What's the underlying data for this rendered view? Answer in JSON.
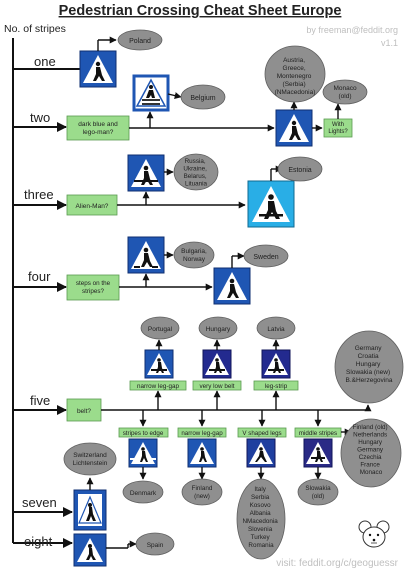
{
  "header": {
    "title": "Pedestrian Crossing Cheat Sheet Europe",
    "axis_label": "No. of stripes",
    "credit": "by freeman@feddit.org",
    "version": "v1.1",
    "footer": "visit: feddit.org/c/geoguessr"
  },
  "rows": [
    "one",
    "two",
    "three",
    "four",
    "five",
    "seven",
    "eight"
  ],
  "questions": {
    "two": "dark blue and lego-man?",
    "two_lights": "With Lights?",
    "three": "Alien-Man?",
    "four": "steps on the stripes?",
    "five": "belt?"
  },
  "five_branches": {
    "top": [
      "narrow leg-gap",
      "very low belt",
      "leg-strip"
    ],
    "bottom": [
      "stripes to edge",
      "narrow leg-gap",
      "V shaped legs",
      "middle stripes"
    ]
  },
  "countries": {
    "poland": "Poland",
    "belgium": "Belgium",
    "austria": [
      "Austria,",
      "Greece,",
      "Montenegro",
      "(Serbia)",
      "(NMacedonia)"
    ],
    "monaco": [
      "Monaco",
      "(old)"
    ],
    "russia": [
      "Russia,",
      "Ukraine,",
      "Belarus,",
      "Lituania"
    ],
    "estonia": "Estonia",
    "bulgaria": [
      "Bulgaria,",
      "Norway"
    ],
    "sweden": "Sweden",
    "portugal": "Portugal",
    "hungary": "Hungary",
    "latvia": "Latvia",
    "germany": [
      "Germany",
      "Croatia",
      "Hungary",
      "Slowakia (new)",
      "B.&Herzegovina"
    ],
    "finland_old": [
      "Finland (old)",
      "Netherlands",
      "Hungary",
      "Germany",
      "Czechia",
      "France",
      "Monaco"
    ],
    "denmark": "Denmark",
    "finland_new": [
      "Finland",
      "(new)"
    ],
    "italy": [
      "Italy",
      "Serbia",
      "Kosovo",
      "Albania",
      "NMacedonia",
      "Slovenia",
      "Turkey",
      "Romania"
    ],
    "slowakia_old": [
      "Slowakia",
      "(old)"
    ],
    "switzerland": [
      "Switzerland",
      "Lichtenstein"
    ],
    "spain": "Spain"
  },
  "icons": [
    "pedestrian-sign-icon",
    "mouse-mascot-icon"
  ]
}
